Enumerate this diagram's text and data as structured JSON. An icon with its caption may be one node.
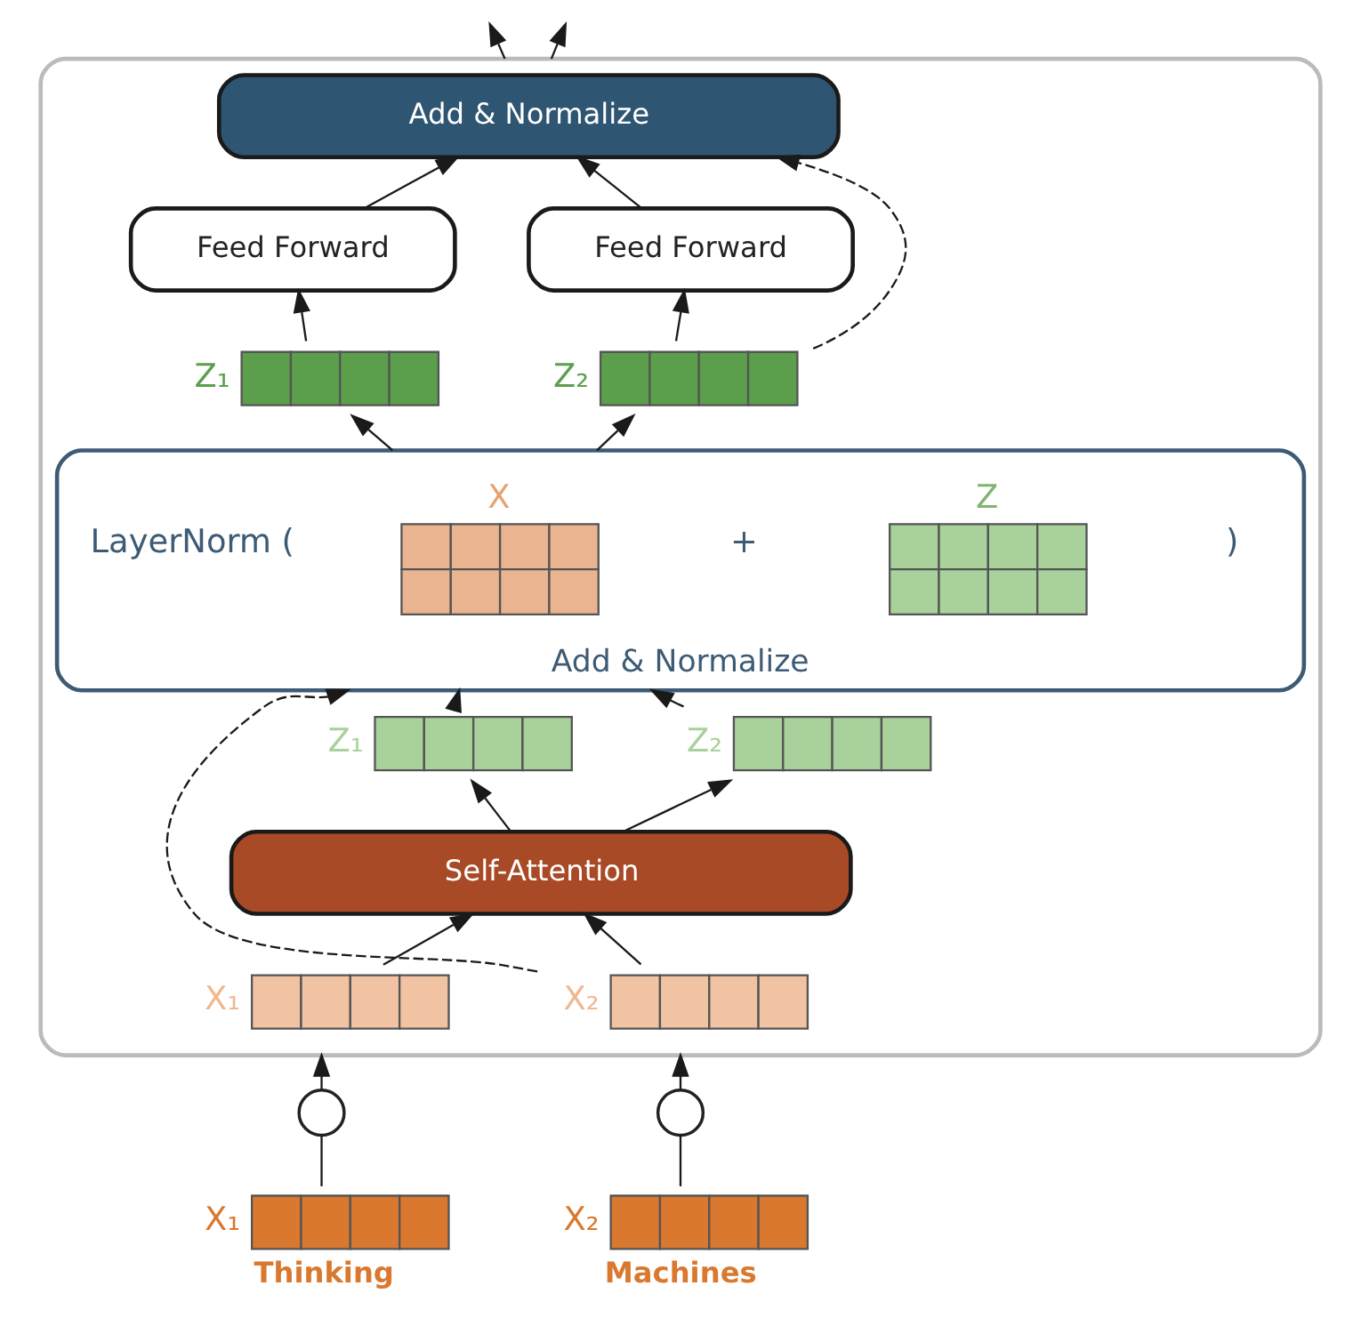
{
  "diagram": {
    "nodes": [
      {
        "text": [],
        "shape": "box"
      },
      {
        "text": [
          "Add & Normalize"
        ],
        "in": 0
      },
      {
        "text": [
          "Feed Forward"
        ],
        "in": 0
      },
      {
        "text": [
          "Feed Forward"
        ],
        "in": 0
      },
      {
        "text": [
          "Z₁"
        ],
        "in": 0
      },
      {
        "text": [
          "Z₂"
        ],
        "in": 0
      },
      {
        "text": [
          "Add & Normalize"
        ],
        "in": 0
      },
      {
        "text": [
          "X"
        ],
        "in": 6
      },
      {
        "text": [
          "Z"
        ],
        "in": 6
      },
      {
        "text": [
          "Z₁"
        ],
        "in": 0
      },
      {
        "text": [
          "Z₂"
        ],
        "in": 0
      },
      {
        "text": [
          "Self-Attention"
        ],
        "in": 0
      },
      {
        "text": [
          "X₁"
        ],
        "in": 0
      },
      {
        "text": [
          "X₂"
        ],
        "in": 0
      },
      {
        "text": [],
        "shape": "circle"
      },
      {
        "text": [],
        "shape": "circle"
      },
      {
        "text": [
          "X₁"
        ],
        "beside": [
          "Thinking"
        ]
      },
      {
        "text": [
          "X₂"
        ],
        "beside": [
          "Machines"
        ]
      }
    ],
    "edges": [
      {
        "from": 16,
        "to": 14,
        "arrow": "none"
      },
      {
        "from": 14,
        "to": 0,
        "arrow": "to"
      },
      {
        "from": 17,
        "to": 15,
        "arrow": "none"
      },
      {
        "from": 15,
        "to": 0,
        "arrow": "to"
      },
      {
        "from": 12,
        "to": 11,
        "arrow": "to"
      },
      {
        "from": 13,
        "to": 11,
        "arrow": "to"
      },
      {
        "from": 11,
        "to": 9,
        "arrow": "to"
      },
      {
        "from": 11,
        "to": 10,
        "arrow": "to"
      },
      {
        "from": 9,
        "to": 6,
        "arrow": "to"
      },
      {
        "from": 10,
        "to": 6,
        "arrow": "to"
      },
      {
        "from": 13,
        "to": 6,
        "arrow": "to",
        "style": "dashed"
      },
      {
        "from": 6,
        "to": 4,
        "arrow": "to"
      },
      {
        "from": 6,
        "to": 5,
        "arrow": "to"
      },
      {
        "from": 4,
        "to": 2,
        "arrow": "to"
      },
      {
        "from": 5,
        "to": 3,
        "arrow": "to"
      },
      {
        "from": 5,
        "to": 1,
        "arrow": "to",
        "style": "dashed"
      },
      {
        "from": 2,
        "to": 1,
        "arrow": "to"
      },
      {
        "from": 3,
        "to": 1,
        "arrow": "to"
      },
      {
        "from": 0,
        "to": null,
        "arrow": "to"
      },
      {
        "from": 0,
        "to": null,
        "arrow": "to"
      }
    ],
    "labels": [
      "LayerNorm (",
      "+",
      ")"
    ]
  }
}
